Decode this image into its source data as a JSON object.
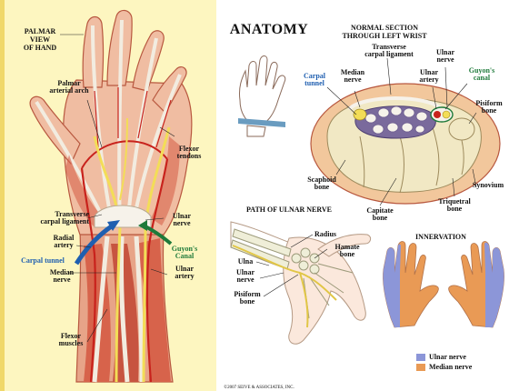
{
  "headings": {
    "palmar_view": "PALMAR\nVIEW\nOF HAND",
    "anatomy": "ANATOMY",
    "normal_section": "NORMAL SECTION\nTHROUGH LEFT WRIST",
    "path_ulnar": "PATH OF ULNAR NERVE",
    "innervation": "INNERVATION"
  },
  "hand_labels": {
    "palmar_arch": "Palmar\narterial arch",
    "flexor_tendons": "Flexor\ntendons",
    "transverse": "Transverse\ncarpal ligament",
    "ulnar_nerve": "Ulnar\nnerve",
    "radial_artery": "Radial\nartery",
    "carpal_tunnel": "Carpal tunnel",
    "guyons": "Guyon's\nCanal",
    "ulnar_artery": "Ulnar\nartery",
    "median_nerve": "Median\nnerve",
    "flexor_muscles": "Flexor\nmuscles"
  },
  "section_labels": {
    "transverse": "Transverse\ncarpal ligament",
    "ulnar_nerve": "Ulnar\nnerve",
    "carpal_tunnel": "Carpal\ntunnel",
    "median_nerve": "Median\nnerve",
    "ulnar_artery": "Ulnar\nartery",
    "guyons": "Guyon's\ncanal",
    "pisiform": "Pisiform\nbone",
    "scaphoid": "Scaphoid\nbone",
    "capitate": "Capitate\nbone",
    "synovium": "Synovium",
    "triquetral": "Triquetral\nbone"
  },
  "path_labels": {
    "radius": "Radius",
    "hamate": "Hamate\nbone",
    "ulna": "Ulna",
    "ulnar_nerve": "Ulnar\nnerve",
    "pisiform": "Pisiform\nbone"
  },
  "legend": [
    {
      "label": "Ulnar nerve",
      "color": "#8c96d8"
    },
    {
      "label": "Median nerve",
      "color": "#e99a55"
    }
  ],
  "copyright": "©2007 SEIVE & ASSOCIATES, INC.",
  "colors": {
    "background_left": "#fdf6c0",
    "skin": "#f4d0b0",
    "muscle": "#d7634b",
    "tendon": "#f2ece0",
    "artery": "#c8221c",
    "nerve": "#f3dd57",
    "carpal_tunnel": "#1f5fb0",
    "guyon": "#1e7a3a",
    "bone": "#f1e8c4",
    "wrist_band": "#6a9cc0"
  }
}
